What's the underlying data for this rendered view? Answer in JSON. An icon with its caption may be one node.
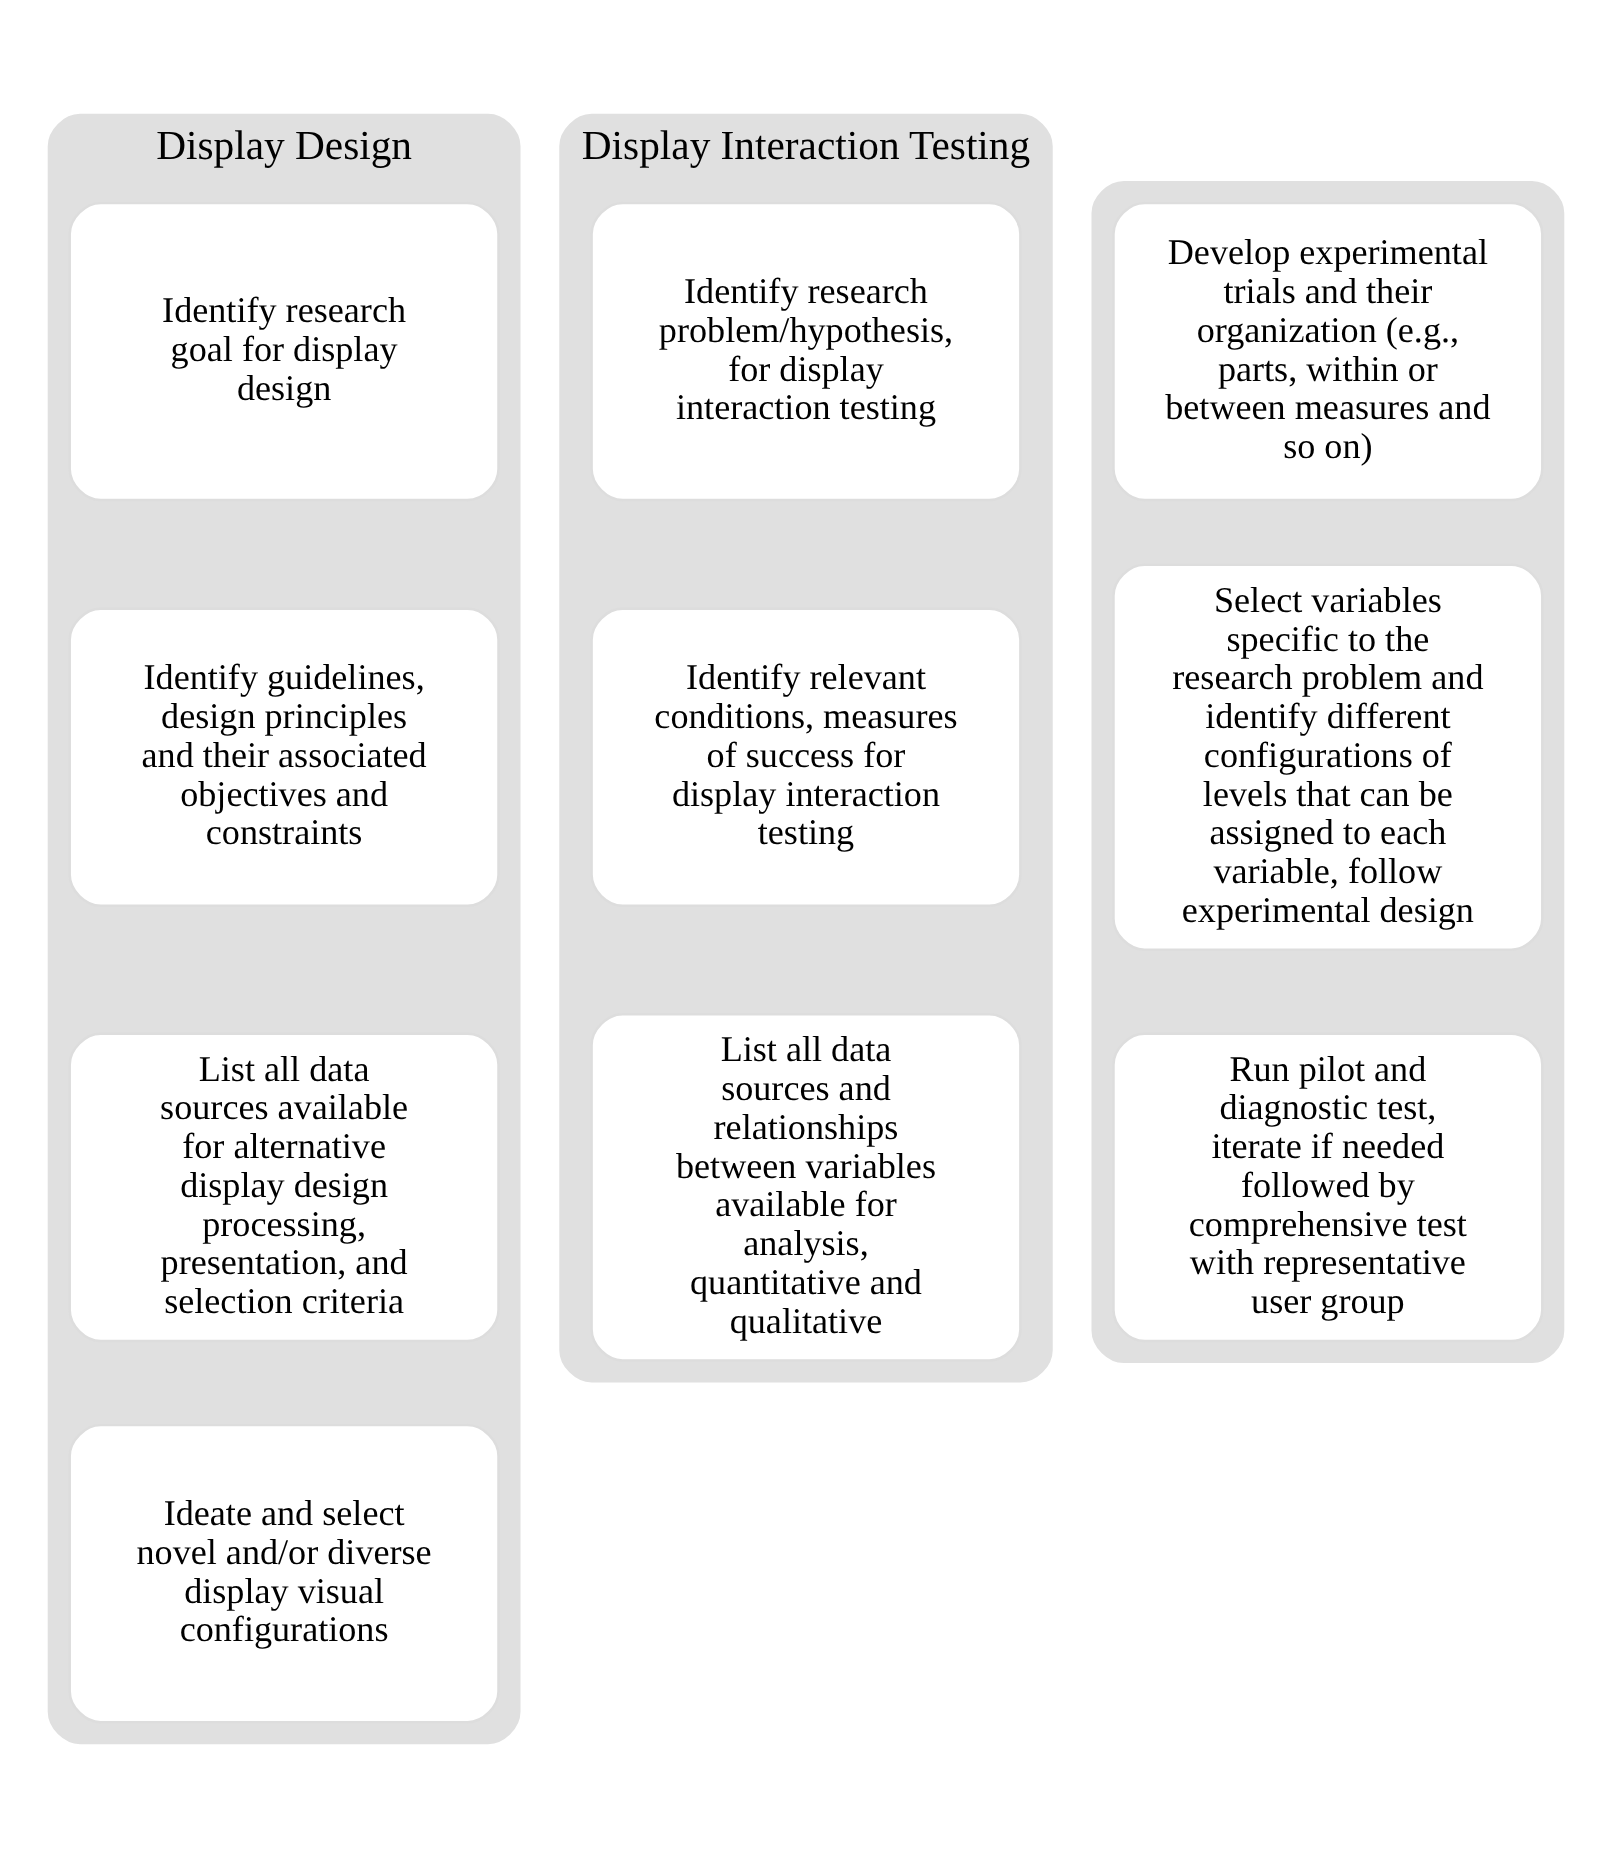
{
  "diagram": {
    "nodes": [
      {
        "text": [
          "Display Design"
        ]
      },
      {
        "text": [
          "Identify research goal for display design"
        ],
        "in": 0
      },
      {
        "text": [
          "Identify guidelines, design principles and their associated objectives and constraints"
        ],
        "in": 0
      },
      {
        "text": [
          "List all data sources available for alternative display design processing, presentation, and selection criteria"
        ],
        "in": 0
      },
      {
        "text": [
          "Ideate and select novel and/or diverse display visual configurations"
        ],
        "in": 0
      },
      {
        "text": [
          "Display Interaction Testing"
        ]
      },
      {
        "text": [
          "Identify research problem/hypothesis, for display interaction testing"
        ],
        "in": 5
      },
      {
        "text": [
          "Identify relevant conditions, measures of success for display interaction testing"
        ],
        "in": 5
      },
      {
        "text": [
          "List all data sources and relationships between variables available for analysis, quantitative and qualitative"
        ],
        "in": 5
      },
      {
        "text": [],
        "shape": "box"
      },
      {
        "text": [
          "Develop experimental trials and their organization (e.g., parts, within or between measures and so on)"
        ],
        "in": 9
      },
      {
        "text": [
          "Select variables specific to the research problem and identify different configurations of levels that can be assigned to each variable, follow experimental design"
        ],
        "in": 9
      },
      {
        "text": [
          "Run pilot and diagnostic test, iterate if needed followed by comprehensive test with representative user group"
        ],
        "in": 9
      }
    ],
    "edges": []
  }
}
